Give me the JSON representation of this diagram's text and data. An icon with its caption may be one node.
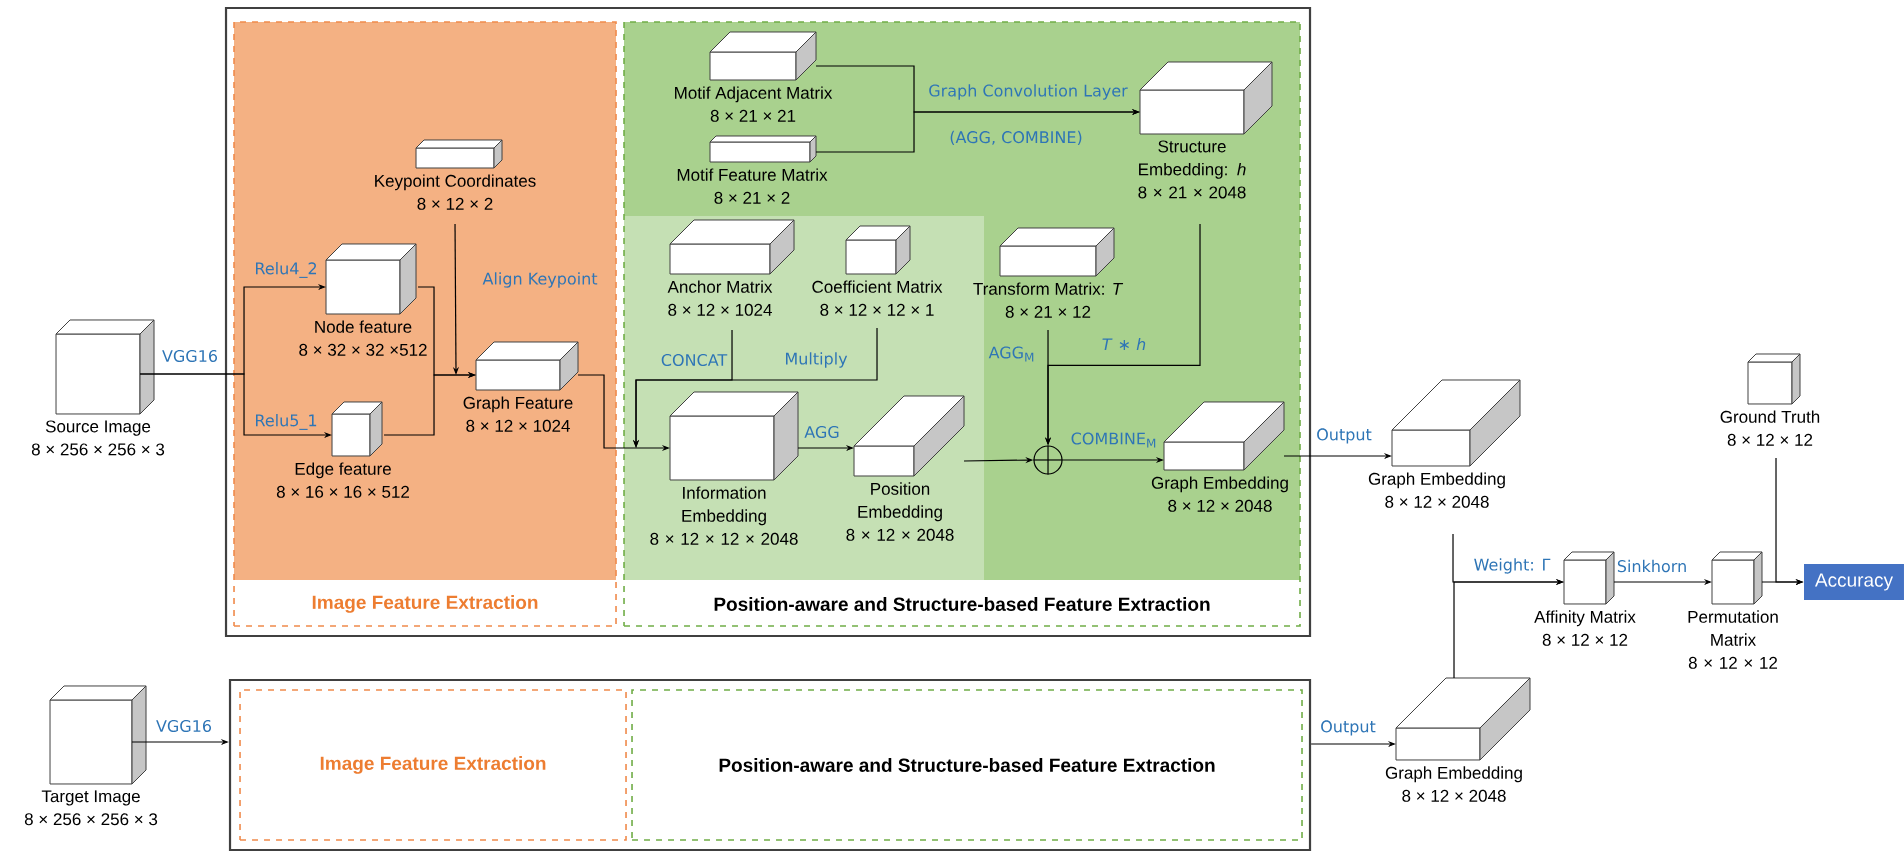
{
  "diagram": {
    "nodes": [
      {
        "text": [
          "Source Image",
          "8 × 256 × 256 × 3"
        ]
      },
      {
        "text": [],
        "shape": "box"
      },
      {
        "text": [
          "Image Feature Extraction"
        ],
        "in": 1
      },
      {
        "text": [
          "Node feature",
          "8 × 32 × 32 ×512"
        ],
        "in": 2
      },
      {
        "text": [
          "Edge feature",
          "8 × 16 × 16 × 512"
        ],
        "in": 2
      },
      {
        "text": [
          "Keypoint Coordinates",
          "8 × 12 × 2"
        ],
        "in": 2
      },
      {
        "text": [
          "Graph Feature",
          "8 × 12 × 1024"
        ],
        "in": 2
      },
      {
        "text": [
          "Position-aware and Structure-based Feature Extraction"
        ],
        "in": 1
      },
      {
        "text": [
          "Motif Adjacent Matrix",
          "8 × 21 × 21"
        ],
        "in": 7
      },
      {
        "text": [
          "Motif Feature Matrix",
          "8 × 21 × 2"
        ],
        "in": 7
      },
      {
        "text": [
          "Structure Embedding: *h*",
          "8 × 21 × 2048"
        ],
        "in": 7
      },
      {
        "text": [
          "Anchor Matrix",
          "8 × 12 × 1024"
        ],
        "in": 7
      },
      {
        "text": [
          "Coefficient Matrix",
          "8 × 12 × 12 × 1"
        ],
        "in": 7
      },
      {
        "text": [
          "Transform Matrix: *T*",
          "8 × 21 × 12"
        ],
        "in": 7
      },
      {
        "text": [
          "Information Embedding",
          "8 × 12 × 12 × 2048"
        ],
        "in": 7
      },
      {
        "text": [
          "Position Embedding",
          "8 × 12 × 2048"
        ],
        "in": 7
      },
      {
        "text": [],
        "shape": "circle",
        "in": 7
      },
      {
        "text": [
          "Graph Embedding",
          "8 × 12 × 2048"
        ],
        "in": 7
      },
      {
        "text": [
          "Graph Embedding",
          "8 × 12 × 2048"
        ]
      },
      {
        "text": [
          "Target Image",
          "8 × 256 × 256 × 3"
        ]
      },
      {
        "text": [],
        "shape": "box"
      },
      {
        "text": [
          "Image Feature Extraction"
        ],
        "in": 20
      },
      {
        "text": [
          "Position-aware and Structure-based Feature Extraction"
        ],
        "in": 20
      },
      {
        "text": [
          "Graph Embedding",
          "8 × 12 × 2048"
        ]
      },
      {
        "text": [
          "Affinity Matrix",
          "8 × 12 × 12"
        ]
      },
      {
        "text": [
          "Permutation Matrix",
          "8 × 12 × 12"
        ]
      },
      {
        "text": [
          "Ground Truth",
          "8 × 12 × 12"
        ]
      },
      {
        "text": [
          "Accuracy"
        ]
      }
    ],
    "edges": [
      {
        "from": 0,
        "to": 3,
        "arrow": "to",
        "label": "Relu4_2"
      },
      {
        "from": 0,
        "to": 4,
        "arrow": "to",
        "label": "Relu5_1"
      },
      {
        "from": 3,
        "to": 6,
        "arrow": "to"
      },
      {
        "from": 4,
        "to": 6,
        "arrow": "to"
      },
      {
        "from": 5,
        "to": 6,
        "arrow": "to",
        "label": "Align Keypoint"
      },
      {
        "from": 6,
        "to": 14,
        "arrow": "to"
      },
      {
        "from": 8,
        "to": 10,
        "arrow": "to",
        "label": "Graph Convolution Layer"
      },
      {
        "from": 9,
        "to": 10,
        "arrow": "to",
        "label": "(AGG, COMBINE)"
      },
      {
        "from": 11,
        "to": 14,
        "arrow": "to",
        "label": "CONCAT"
      },
      {
        "from": 12,
        "to": 14,
        "arrow": "to",
        "label": "Multiply"
      },
      {
        "from": 14,
        "to": 15,
        "arrow": "to",
        "label": "AGG"
      },
      {
        "from": 15,
        "to": 16,
        "arrow": "to"
      },
      {
        "from": 13,
        "to": 16,
        "arrow": "to",
        "label": "AGG$_{M}$"
      },
      {
        "from": 10,
        "to": 16,
        "arrow": "to",
        "label": "*T* ∗ *h*"
      },
      {
        "from": 16,
        "to": 17,
        "arrow": "to",
        "label": "COMBINE$_{M}$"
      },
      {
        "from": 17,
        "to": 18,
        "arrow": "to",
        "label": "Output"
      },
      {
        "from": 19,
        "to": 20,
        "arrow": "to",
        "label": "VGG16"
      },
      {
        "from": 20,
        "to": 23,
        "arrow": "to",
        "label": "Output"
      },
      {
        "from": 18,
        "to": 24,
        "arrow": "to",
        "label": "Weight: Γ"
      },
      {
        "from": 23,
        "to": 24,
        "arrow": "to"
      },
      {
        "from": 24,
        "to": 25,
        "arrow": "to",
        "label": "Sinkhorn"
      },
      {
        "from": 25,
        "to": 27,
        "arrow": "to"
      },
      {
        "from": 26,
        "to": 27,
        "arrow": "to"
      }
    ],
    "labels": [
      "VGG16"
    ]
  }
}
